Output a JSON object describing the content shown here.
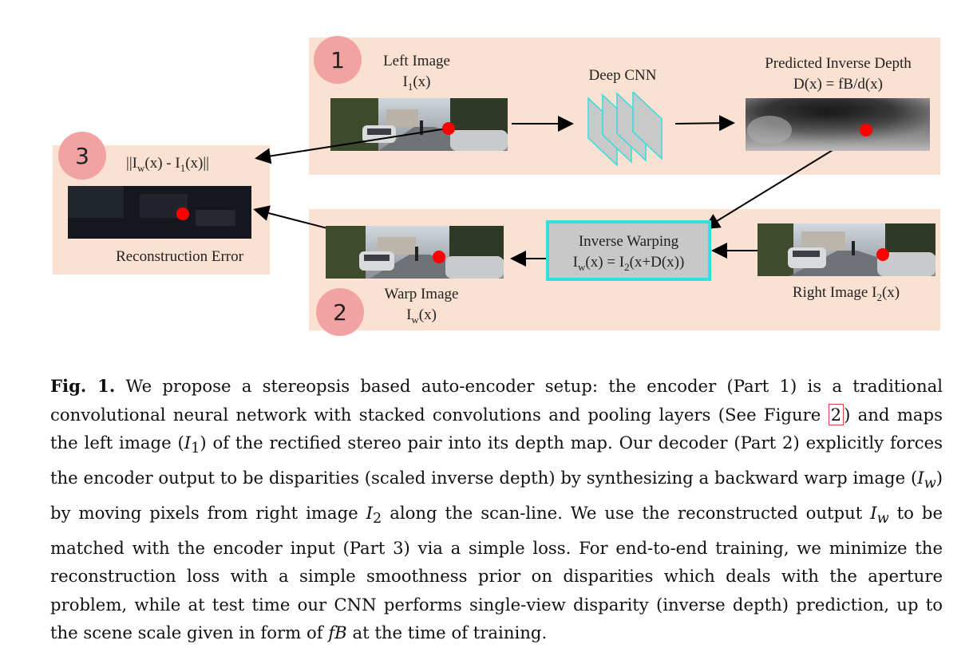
{
  "figure": {
    "badges": {
      "part1": "1",
      "part2": "2",
      "part3": "3"
    },
    "left_image": {
      "title": "Left Image",
      "formula_main": "I",
      "formula_sub": "1",
      "formula_tail": "(x)"
    },
    "cnn": {
      "title": "Deep CNN"
    },
    "depth": {
      "title": "Predicted Inverse Depth",
      "formula": "D(x) = fB/d(x)"
    },
    "error": {
      "formula_a": "||I",
      "formula_sub_w": "w",
      "formula_b": "(x) - I",
      "formula_sub_1": "1",
      "formula_c": "(x)||",
      "label": "Reconstruction Error"
    },
    "warping": {
      "title": "Inverse Warping",
      "f_a": "I",
      "f_sub_w": "w",
      "f_b": "(x) = I",
      "f_sub_2": "2",
      "f_c": "(x+D(x))"
    },
    "warp_image": {
      "title": "Warp Image",
      "f_a": "I",
      "f_sub": "w",
      "f_b": "(x)"
    },
    "right_image": {
      "title_a": "Right Image I",
      "title_sub": "2",
      "title_b": "(x)"
    },
    "colors": {
      "panel": "#fbe1d2",
      "badge": "#f3a2a2",
      "cyan": "#33dede",
      "red_dot": "#ff0000"
    }
  },
  "caption": {
    "fig_label": "Fig. 1.",
    "s1": " We propose a stereopsis based auto-encoder setup: the encoder (Part 1) is a traditional convolutional neural network with stacked convolutions and pooling layers (See Figure ",
    "ref": "2",
    "s2": ") and maps the left image (",
    "m_I": "I",
    "m_1": "1",
    "s3": ") of the rectified stereo pair into its depth map. Our decoder (Part 2) explicitly forces the encoder output to be disparities (scaled inverse depth) by synthesizing a backward warp image (",
    "m_Iw1": "I",
    "m_w1": "w",
    "s4": ") by moving pixels from right image ",
    "m_I2": "I",
    "m_2": "2",
    "s5": " along the scan-line. We use the reconstructed output ",
    "m_Iw2": "I",
    "m_w2": "w",
    "s6": " to be matched with the encoder input (Part 3) via a simple loss. For end-to-end training, we minimize the reconstruction loss with a simple smoothness prior on disparities which deals with the aperture problem, while at test time our CNN performs single-view disparity (inverse depth) prediction, up to the scene scale given in form of ",
    "m_fB": "fB",
    "s7": " at the time of training."
  }
}
